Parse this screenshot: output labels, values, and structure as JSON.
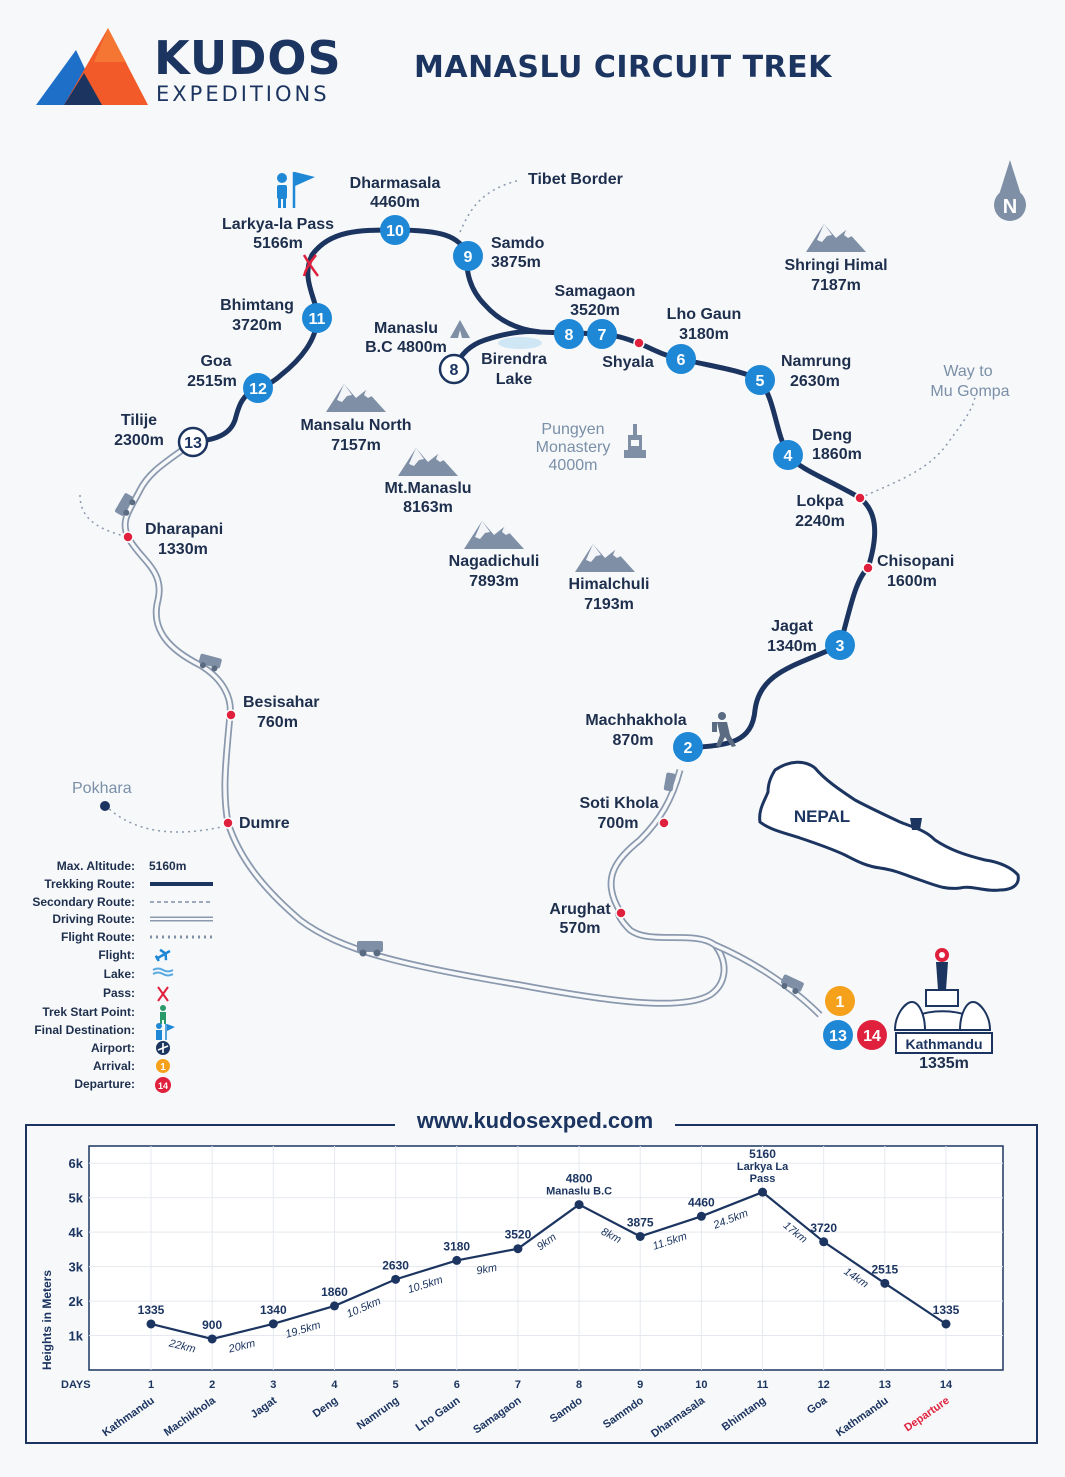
{
  "brand": {
    "name": "KUDOS",
    "sub": "EXPEDITIONS"
  },
  "title": "MANASLU CIRCUIT TREK",
  "website": "www.kudosexped.com",
  "compass": "N",
  "country": "NEPAL",
  "places": {
    "dharmasala": [
      "Dharmasala",
      "4460m"
    ],
    "tibet": "Tibet Border",
    "larkya": [
      "Larkya-la Pass",
      "5166m"
    ],
    "samdo": [
      "Samdo",
      "3875m"
    ],
    "shringi": [
      "Shringi Himal",
      "7187m"
    ],
    "samagaon": [
      "Samagaon",
      "3520m"
    ],
    "lho": [
      "Lho Gaun",
      "3180m"
    ],
    "bhimtang": [
      "Bhimtang",
      "3720m"
    ],
    "manaslubc": [
      "Manaslu",
      "B.C 4800m"
    ],
    "birendra": [
      "Birendra",
      "Lake"
    ],
    "shyala": "Shyala",
    "namrung": [
      "Namrung",
      "2630m"
    ],
    "goa": [
      "Goa",
      "2515m"
    ],
    "mugompa": [
      "Way to",
      "Mu Gompa"
    ],
    "tilije": [
      "Tilije",
      "2300m"
    ],
    "mansalunorth": [
      "Mansalu North",
      "7157m"
    ],
    "pungyen": [
      "Pungyen",
      "Monastery",
      "4000m"
    ],
    "deng": [
      "Deng",
      "1860m"
    ],
    "mtmanaslu": [
      "Mt.Manaslu",
      "8163m"
    ],
    "lokpa": [
      "Lokpa",
      "2240m"
    ],
    "dharapani": [
      "Dharapani",
      "1330m"
    ],
    "nagadichuli": [
      "Nagadichuli",
      "7893m"
    ],
    "himalchuli": [
      "Himalchuli",
      "7193m"
    ],
    "chisopani": [
      "Chisopani",
      "1600m"
    ],
    "jagat": [
      "Jagat",
      "1340m"
    ],
    "besisahar": [
      "Besisahar",
      "760m"
    ],
    "machhakhola": [
      "Machhakhola",
      "870m"
    ],
    "pokhara": "Pokhara",
    "sotikhola": [
      "Soti Khola",
      "700m"
    ],
    "dumre": "Dumre",
    "arughat": [
      "Arughat",
      "570m"
    ],
    "kathmandu": [
      "Kathmandu",
      "1335m"
    ]
  },
  "markers": [
    "1",
    "2",
    "3",
    "4",
    "5",
    "6",
    "7",
    "8",
    "9",
    "10",
    "11",
    "12",
    "13",
    "14"
  ],
  "legend": {
    "max_altitude": {
      "label": "Max. Altitude:",
      "value": "5160m"
    },
    "items": [
      "Trekking Route:",
      "Secondary Route:",
      "Driving Route:",
      "Flight Route:",
      "Flight:",
      "Lake:",
      "Pass:",
      "Trek Start Point:",
      "Final Destination:",
      "Airport:",
      "Arrival:",
      "Departure:"
    ]
  },
  "colors": {
    "navy": "#1c3560",
    "blue": "#1e88d6",
    "red": "#e0213e",
    "orange": "#f5a11b",
    "grey": "#7f8fa6"
  },
  "chart_data": {
    "type": "line",
    "ylabel": "Heights in Meters",
    "xlabel": "DAYS",
    "yticks": [
      "1k",
      "2k",
      "3k",
      "4k",
      "5k",
      "6k"
    ],
    "ylim": [
      0,
      6500
    ],
    "days": [
      1,
      2,
      3,
      4,
      5,
      6,
      7,
      8,
      9,
      10,
      11,
      12,
      13,
      14
    ],
    "values": [
      1335,
      900,
      1340,
      1860,
      2630,
      3180,
      3520,
      4800,
      3875,
      4460,
      5160,
      3720,
      2515,
      1335
    ],
    "point_labels": [
      "1335",
      "900",
      "1340",
      "1860",
      "2630",
      "3180",
      "3520",
      "4800",
      "3875",
      "4460",
      "5160",
      "3720",
      "2515",
      "1335"
    ],
    "point_sublabels": {
      "8": [
        "Manaslu B.C"
      ],
      "11": [
        "Larkya La",
        "Pass"
      ]
    },
    "places": [
      "Kathmandu",
      "Machikhola",
      "Jagat",
      "Deng",
      "Namrung",
      "Lho Gaun",
      "Samagaon",
      "Samdo",
      "Sammdo",
      "Dharmasala",
      "Bhimtang",
      "Goa",
      "Kathmandu",
      "Departure"
    ],
    "distances": [
      "22km",
      "20km",
      "19.5km",
      "10.5km",
      "10.5km",
      "9km",
      "9km",
      "8km",
      "11.5km",
      "24.5km",
      "17km",
      "14km"
    ]
  }
}
